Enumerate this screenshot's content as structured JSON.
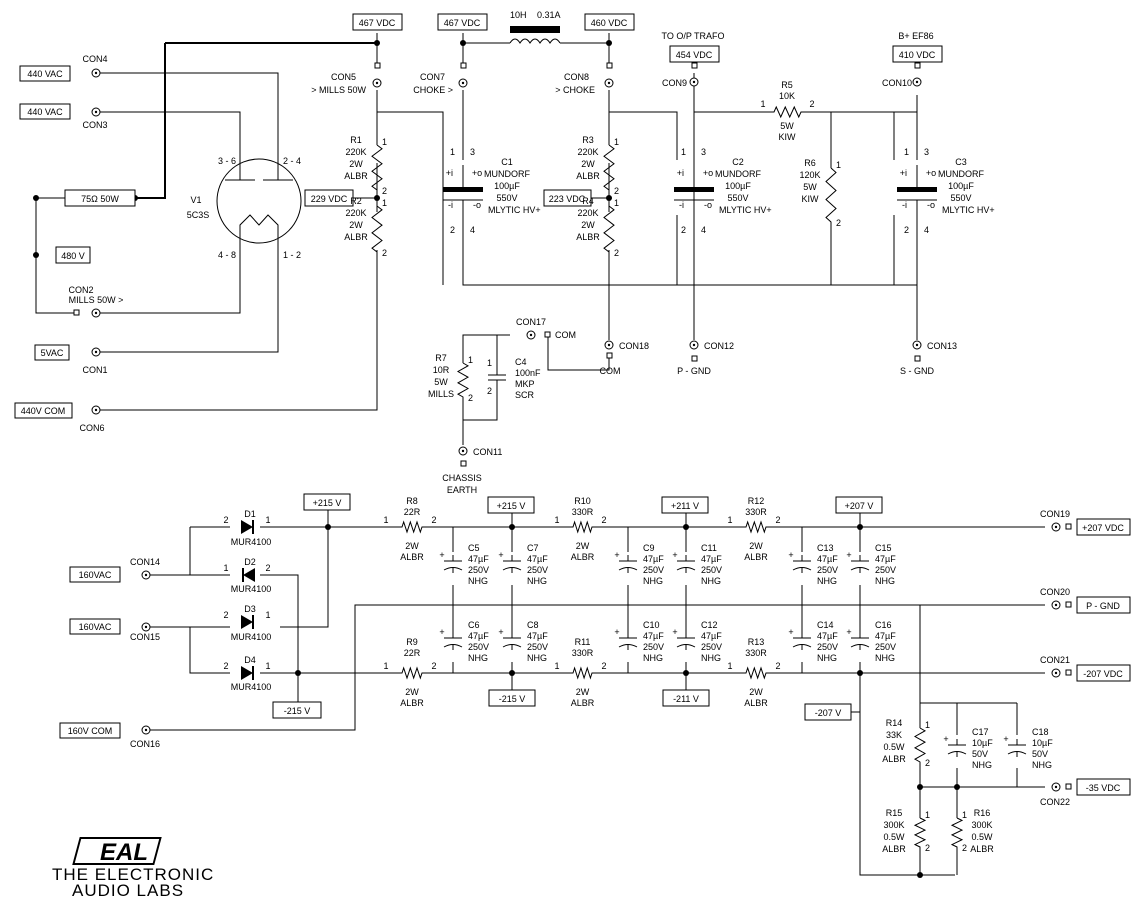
{
  "rails": {
    "v467a": "467 VDC",
    "v467b": "467 VDC",
    "v460": "460 VDC",
    "v454": "454 VDC",
    "v410": "410 VDC",
    "v229": "229 VDC",
    "v223": "223 VDC",
    "v480": "480 V",
    "ac440a": "440 VAC",
    "ac440b": "440 VAC",
    "ac5": "5VAC",
    "ac440com": "440V COM",
    "ac160a": "160VAC",
    "ac160b": "160VAC",
    "ac160com": "160V COM",
    "p215a": "+215 V",
    "p215b": "+215 V",
    "p211": "+211 V",
    "p207": "+207 V",
    "n215a": "-215 V",
    "n215b": "-215 V",
    "n211": "-211 V",
    "n207": "-207 V",
    "out_p207": "+207 VDC",
    "out_pgnd": "P - GND",
    "out_n207": "-207 VDC",
    "out_n35": "-35 VDC"
  },
  "labels": {
    "to_trafo": "TO O/P TRAFO",
    "b_ef86": "B+ EF86",
    "choke_a": "10H",
    "choke_b": "0.31A",
    "r_75": "75Ω  50W",
    "con1": "CON1",
    "con2": "CON2",
    "con2_note": "MILLS 50W >",
    "con3": "CON3",
    "con4": "CON4",
    "con5": "CON5",
    "con5_note": "> MILLS 50W",
    "con6": "CON6",
    "con7": "CON7",
    "con7_note": "CHOKE >",
    "con8": "CON8",
    "con8_note": "> CHOKE",
    "con9": "CON9",
    "con10": "CON10",
    "con11": "CON11",
    "con12": "CON12",
    "con13": "CON13",
    "con14": "CON14",
    "con15": "CON15",
    "con16": "CON16",
    "con17": "CON17",
    "con18": "CON18",
    "con19": "CON19",
    "con20": "CON20",
    "con21": "CON21",
    "con22": "CON22",
    "com_a": "COM",
    "com_b": "COM",
    "pgnd": "P - GND",
    "sgnd": "S - GND",
    "chassis_a": "CHASSIS",
    "chassis_b": "EARTH",
    "v1": "V1",
    "v1_type": "5C3S",
    "pin36": "3 - 6",
    "pin24": "2 - 4",
    "pin48": "4 - 8",
    "pin12": "1 - 2",
    "r1": [
      "R1",
      "220K",
      "2W",
      "ALBR"
    ],
    "r2": [
      "R2",
      "220K",
      "2W",
      "ALBR"
    ],
    "r3": [
      "R3",
      "220K",
      "2W",
      "ALBR"
    ],
    "r4": [
      "R4",
      "220K",
      "2W",
      "ALBR"
    ],
    "r5": [
      "R5",
      "10K",
      "5W",
      "KIW"
    ],
    "r6": [
      "R6",
      "120K",
      "5W",
      "KIW"
    ],
    "r7": [
      "R7",
      "10R",
      "5W",
      "MILLS"
    ],
    "c1": [
      "C1",
      "MUNDORF",
      "100µF",
      "550V",
      "MLYTIC HV+"
    ],
    "c2": [
      "C2",
      "MUNDORF",
      "100µF",
      "550V",
      "MLYTIC HV+"
    ],
    "c3": [
      "C3",
      "MUNDORF",
      "100µF",
      "550V",
      "MLYTIC HV+"
    ],
    "c4": [
      "C4",
      "100nF",
      "MKP",
      "SCR"
    ],
    "d1": [
      "D1",
      "MUR4100"
    ],
    "d2": [
      "D2",
      "MUR4100"
    ],
    "d3": [
      "D3",
      "MUR4100"
    ],
    "d4": [
      "D4",
      "MUR4100"
    ],
    "r8": [
      "R8",
      "22R",
      "2W",
      "ALBR"
    ],
    "r9": [
      "R9",
      "22R",
      "2W",
      "ALBR"
    ],
    "r10": [
      "R10",
      "330R",
      "2W",
      "ALBR"
    ],
    "r11": [
      "R11",
      "330R",
      "2W",
      "ALBR"
    ],
    "r12": [
      "R12",
      "330R",
      "2W",
      "ALBR"
    ],
    "r13": [
      "R13",
      "330R",
      "2W",
      "ALBR"
    ],
    "c5": [
      "C5",
      "47µF",
      "250V",
      "NHG"
    ],
    "c6": [
      "C6",
      "47µF",
      "250V",
      "NHG"
    ],
    "c7": [
      "C7",
      "47µF",
      "250V",
      "NHG"
    ],
    "c8": [
      "C8",
      "47µF",
      "250V",
      "NHG"
    ],
    "c9": [
      "C9",
      "47µF",
      "250V",
      "NHG"
    ],
    "c10": [
      "C10",
      "47µF",
      "250V",
      "NHG"
    ],
    "c11": [
      "C11",
      "47µF",
      "250V",
      "NHG"
    ],
    "c12": [
      "C12",
      "47µF",
      "250V",
      "NHG"
    ],
    "c13": [
      "C13",
      "47µF",
      "250V",
      "NHG"
    ],
    "c14": [
      "C14",
      "47µF",
      "250V",
      "NHG"
    ],
    "c15": [
      "C15",
      "47µF",
      "250V",
      "NHG"
    ],
    "c16": [
      "C16",
      "47µF",
      "250V",
      "NHG"
    ],
    "r14": [
      "R14",
      "33K",
      "0.5W",
      "ALBR"
    ],
    "r15": [
      "R15",
      "300K",
      "0.5W",
      "ALBR"
    ],
    "r16": [
      "R16",
      "300K",
      "0.5W",
      "ALBR"
    ],
    "c17": [
      "C17",
      "10µF",
      "50V",
      "NHG"
    ],
    "c18": [
      "C18",
      "10µF",
      "50V",
      "NHG"
    ]
  },
  "logo": {
    "mark": "EAL",
    "line1": "THE ELECTRONIC",
    "line2": "AUDIO LABS"
  }
}
